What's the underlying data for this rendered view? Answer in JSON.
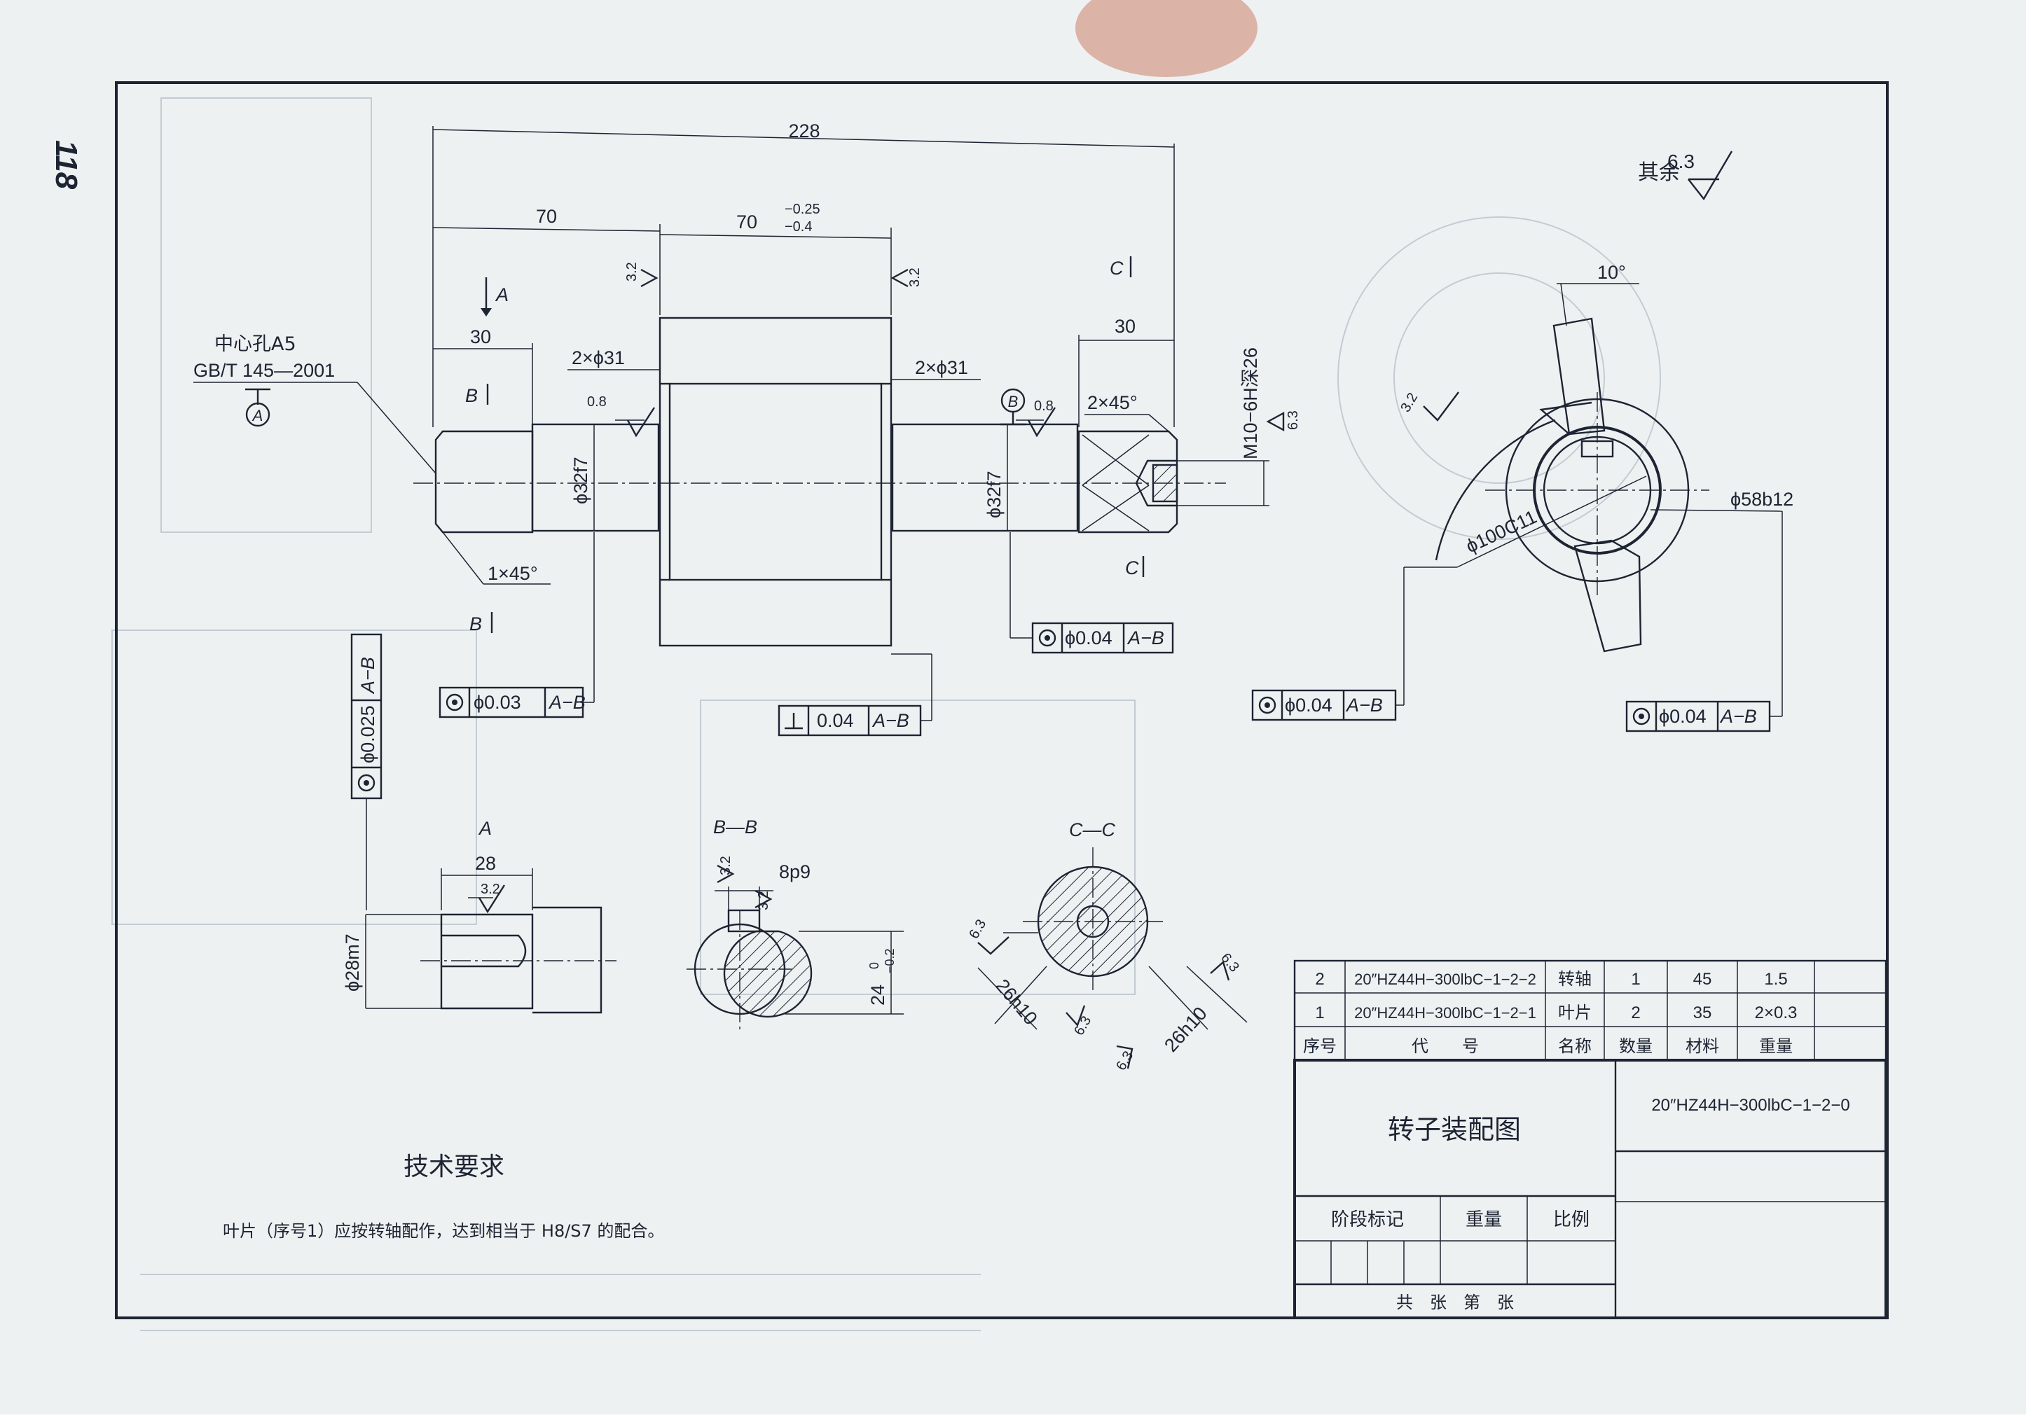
{
  "page": {
    "page_number": "118"
  },
  "main_view": {
    "overall_length": "228",
    "left_section": "70",
    "middle_section": "70",
    "middle_tol_upper": "−0.25",
    "middle_tol_lower": "−0.4",
    "left_step": "30",
    "right_step": "30",
    "view_a_label": "A",
    "center_hole_label": "中心孔A5",
    "center_hole_std": "GB/T 145—2001",
    "datum_a": "A",
    "datum_b": "B",
    "section_b_mark": "B",
    "section_c_mark": "C",
    "groove_left": "2×ϕ31",
    "groove_right": "2×ϕ31",
    "chamfer_left": "1×45°",
    "chamfer_right": "2×45°",
    "shaft_dia_left": "ϕ32f7",
    "shaft_dia_right": "ϕ32f7",
    "thread": "M10−6H深26",
    "rough_08_left": "0.8",
    "rough_08_right": "0.8",
    "rough_32_a": "3.2",
    "rough_32_b": "3.2",
    "rough_63": "6.3",
    "tol_runout_left": "ϕ0.03",
    "tol_runout_left_ref": "A−B",
    "tol_perp": "0.04",
    "tol_perp_ref": "A−B",
    "tol_runout_right": "ϕ0.04",
    "tol_runout_right_ref": "A−B",
    "tol_vertical": "ϕ0.025",
    "tol_vertical_ref": "A−B"
  },
  "general_roughness": {
    "label": "其余",
    "value": "6.3"
  },
  "end_view": {
    "angle": "10°",
    "dia_bore": "ϕ100C11",
    "dia_outer": "ϕ58b12",
    "rough": "3.2",
    "tol_left": "ϕ0.04",
    "tol_left_ref": "A−B",
    "tol_right": "ϕ0.04",
    "tol_right_ref": "A−B"
  },
  "view_a": {
    "title": "A",
    "width": "28",
    "rough": "3.2",
    "dia": "ϕ28m7"
  },
  "section_bb": {
    "title": "B—B",
    "key_width": "8p9",
    "rough_1": "3.2",
    "rough_2": "3.2",
    "depth": "24",
    "depth_tol_upper": "0",
    "depth_tol_lower": "−0.2"
  },
  "section_cc": {
    "title": "C—C",
    "flat_1": "26h10",
    "flat_2": "26h10",
    "rough_1": "6.3",
    "rough_2": "6.3",
    "rough_3": "6.3",
    "rough_4": "6.3"
  },
  "tech_requirements": {
    "title": "技术要求",
    "note": "叶片（序号1）应按转轴配作，达到相当于 H8/S7 的配合。"
  },
  "bom": {
    "headers": [
      "序号",
      "代　　号",
      "名称",
      "数量",
      "材料",
      "重量"
    ],
    "rows": [
      [
        "2",
        "20″HZ44H−300lbC−1−2−2",
        "转轴",
        "1",
        "45",
        "1.5"
      ],
      [
        "1",
        "20″HZ44H−300lbC−1−2−1",
        "叶片",
        "2",
        "35",
        "2×0.3"
      ]
    ]
  },
  "title_block": {
    "drawing_title": "转子装配图",
    "drawing_number": "20″HZ44H−300lbC−1−2−0",
    "stage_mark": "阶段标记",
    "weight": "重量",
    "scale": "比例",
    "sheet": "共　张　第　张"
  }
}
